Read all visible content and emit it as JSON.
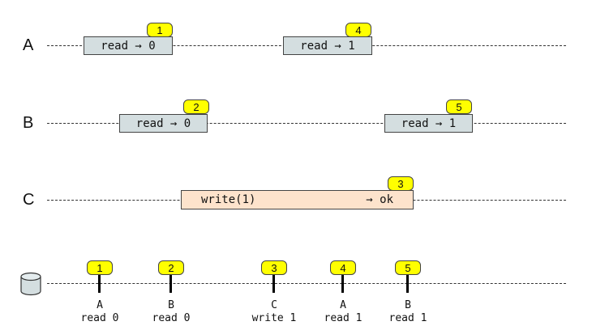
{
  "processes": [
    {
      "id": "A",
      "label": "A",
      "ops": [
        {
          "kind": "read",
          "text": "read → 0",
          "badge": "1"
        },
        {
          "kind": "read",
          "text": "read → 1",
          "badge": "4"
        }
      ]
    },
    {
      "id": "B",
      "label": "B",
      "ops": [
        {
          "kind": "read",
          "text": "read → 0",
          "badge": "2"
        },
        {
          "kind": "read",
          "text": "read → 1",
          "badge": "5"
        }
      ]
    },
    {
      "id": "C",
      "label": "C",
      "ops": [
        {
          "kind": "write",
          "text_left": "write(1)",
          "text_right": "→ ok",
          "badge": "3"
        }
      ]
    }
  ],
  "timeline": {
    "icon": "database-icon",
    "events": [
      {
        "badge": "1",
        "proc": "A",
        "op": "read 0"
      },
      {
        "badge": "2",
        "proc": "B",
        "op": "read 0"
      },
      {
        "badge": "3",
        "proc": "C",
        "op": "write 1"
      },
      {
        "badge": "4",
        "proc": "A",
        "op": "read 1"
      },
      {
        "badge": "5",
        "proc": "B",
        "op": "read 1"
      }
    ]
  },
  "colors": {
    "read_fill": "#d4dee0",
    "write_fill": "#fde3cc",
    "badge_fill": "#ffff00"
  }
}
